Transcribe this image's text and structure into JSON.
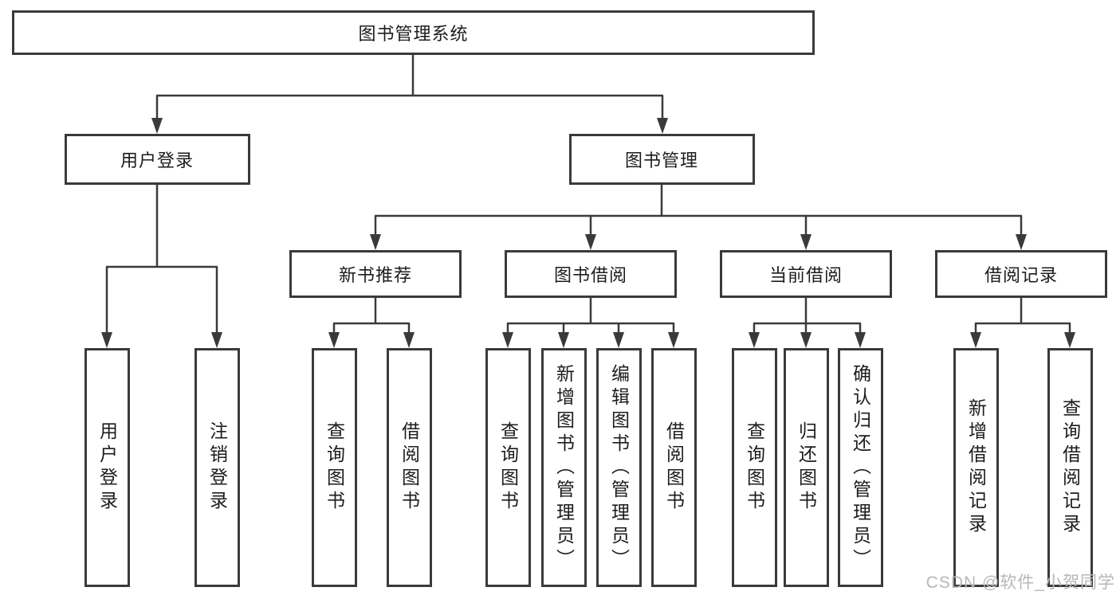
{
  "tree": {
    "root": {
      "label": "图书管理系统",
      "children": [
        {
          "label": "用户登录",
          "children": [
            {
              "label": "用户登录"
            },
            {
              "label": "注销登录"
            }
          ]
        },
        {
          "label": "图书管理",
          "children": [
            {
              "label": "新书推荐",
              "children": [
                {
                  "label": "查询图书"
                },
                {
                  "label": "借阅图书"
                }
              ]
            },
            {
              "label": "图书借阅",
              "children": [
                {
                  "label": "查询图书"
                },
                {
                  "label": "新增图书（管理员）"
                },
                {
                  "label": "编辑图书（管理员）"
                },
                {
                  "label": "借阅图书"
                }
              ]
            },
            {
              "label": "当前借阅",
              "children": [
                {
                  "label": "查询图书"
                },
                {
                  "label": "归还图书"
                },
                {
                  "label": "确认归还（管理员）"
                }
              ]
            },
            {
              "label": "借阅记录",
              "children": [
                {
                  "label": "新增借阅记录"
                },
                {
                  "label": "查询借阅记录"
                }
              ]
            }
          ]
        }
      ]
    }
  },
  "watermark": {
    "text": "CSDN @软件_小贺同学"
  },
  "colors": {
    "line": "#3a3a3a",
    "text": "#1c1c1c",
    "watermark": "#b9b6b6",
    "background": "#ffffff"
  }
}
